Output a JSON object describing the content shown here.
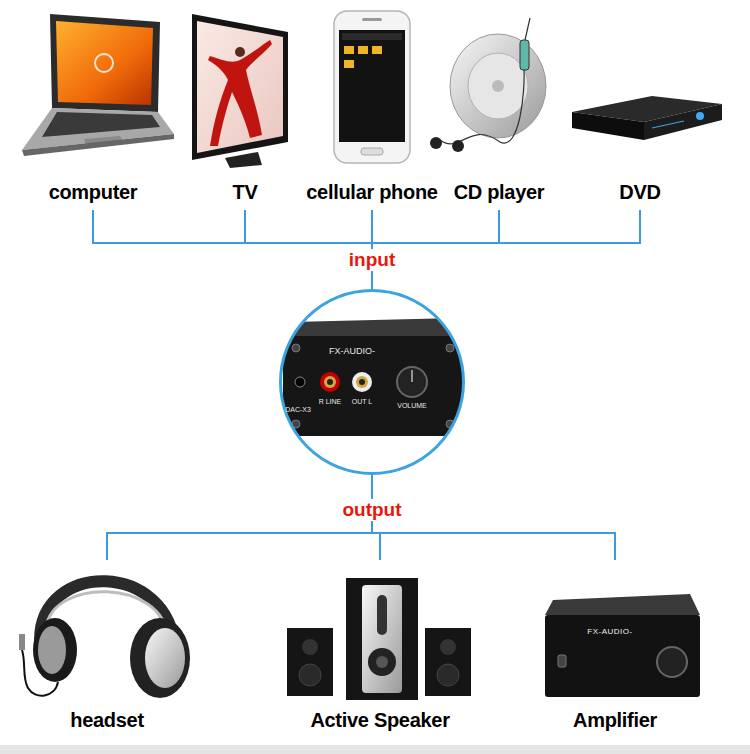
{
  "diagram": {
    "nodes": [
      {
        "text": [
          "computer"
        ]
      },
      {
        "text": [
          "TV"
        ]
      },
      {
        "text": [
          "cellular phone"
        ]
      },
      {
        "text": [
          "CD player"
        ]
      },
      {
        "text": [
          "DVD"
        ]
      },
      {
        "text": [
          "FX-AUDIO-",
          "DAC-X3",
          "R LINE",
          "OUT L",
          "VOLUME"
        ]
      },
      {
        "text": [
          "headset"
        ]
      },
      {
        "text": [
          "Active Speaker"
        ]
      },
      {
        "text": [
          "Amplifier"
        ]
      }
    ],
    "edges": [
      {
        "from": 0,
        "to": 5,
        "arrow": "none"
      },
      {
        "from": 1,
        "to": 5,
        "arrow": "none"
      },
      {
        "from": 2,
        "to": 5,
        "arrow": "none"
      },
      {
        "from": 3,
        "to": 5,
        "arrow": "none"
      },
      {
        "from": 4,
        "to": 5,
        "arrow": "none"
      },
      {
        "from": 5,
        "to": 6,
        "arrow": "none"
      },
      {
        "from": 5,
        "to": 7,
        "arrow": "none"
      },
      {
        "from": 5,
        "to": 8,
        "arrow": "none"
      }
    ],
    "labels": [
      "input",
      "output",
      "FX-AUDIO-"
    ]
  }
}
